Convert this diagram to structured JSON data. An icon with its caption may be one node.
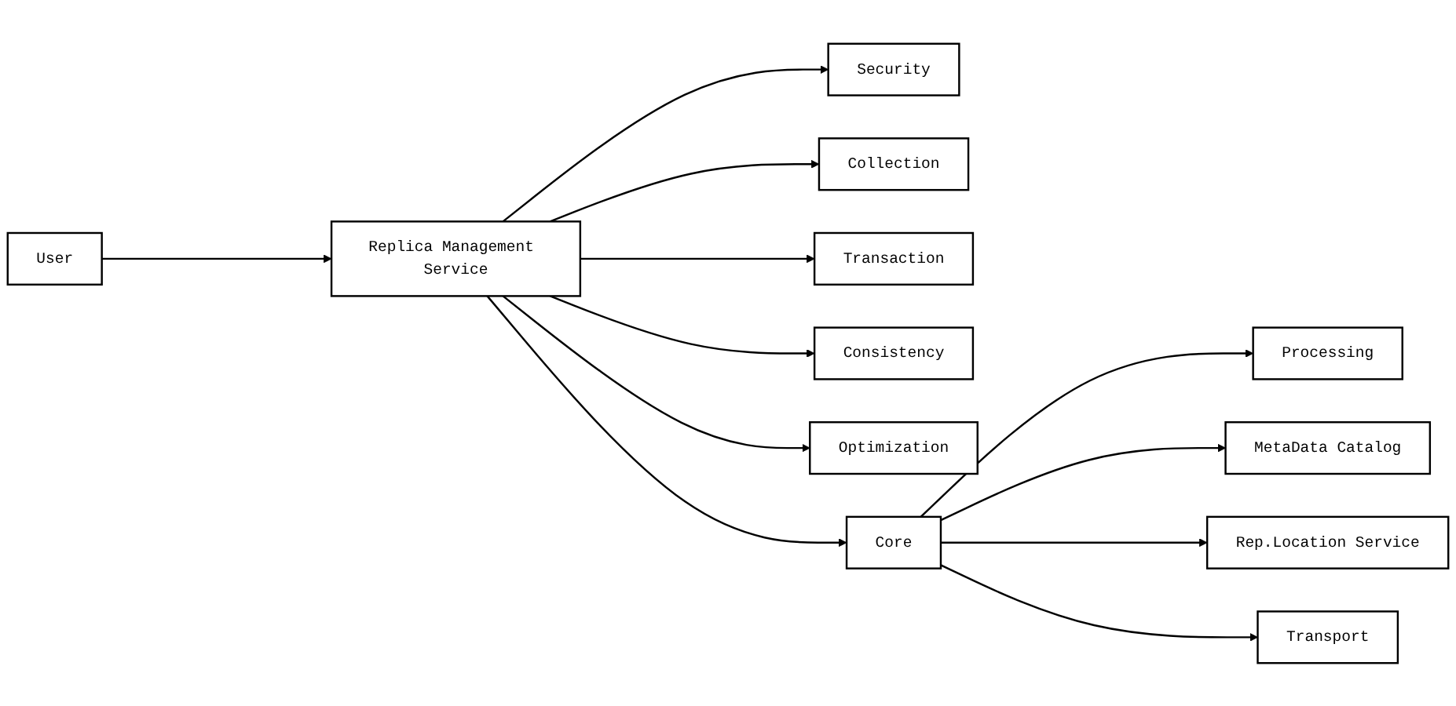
{
  "diagram": {
    "nodes": [
      {
        "text": [
          "User"
        ]
      },
      {
        "text": [
          "Replica Management Service"
        ]
      },
      {
        "text": [
          "Security"
        ]
      },
      {
        "text": [
          "Collection"
        ]
      },
      {
        "text": [
          "Transaction"
        ]
      },
      {
        "text": [
          "Consistency"
        ]
      },
      {
        "text": [
          "Optimization"
        ]
      },
      {
        "text": [
          "Core"
        ]
      },
      {
        "text": [
          "Processing"
        ]
      },
      {
        "text": [
          "MetaData Catalog"
        ]
      },
      {
        "text": [
          "Rep.Location Service"
        ]
      },
      {
        "text": [
          "Transport"
        ]
      }
    ],
    "edges": [
      {
        "from": 0,
        "to": 1,
        "arrow": "to"
      },
      {
        "from": 1,
        "to": 2,
        "arrow": "to"
      },
      {
        "from": 1,
        "to": 3,
        "arrow": "to"
      },
      {
        "from": 1,
        "to": 4,
        "arrow": "to"
      },
      {
        "from": 1,
        "to": 5,
        "arrow": "to"
      },
      {
        "from": 1,
        "to": 6,
        "arrow": "to"
      },
      {
        "from": 1,
        "to": 7,
        "arrow": "to"
      },
      {
        "from": 7,
        "to": 8,
        "arrow": "to"
      },
      {
        "from": 7,
        "to": 9,
        "arrow": "to"
      },
      {
        "from": 7,
        "to": 10,
        "arrow": "to"
      },
      {
        "from": 7,
        "to": 11,
        "arrow": "to"
      }
    ]
  }
}
